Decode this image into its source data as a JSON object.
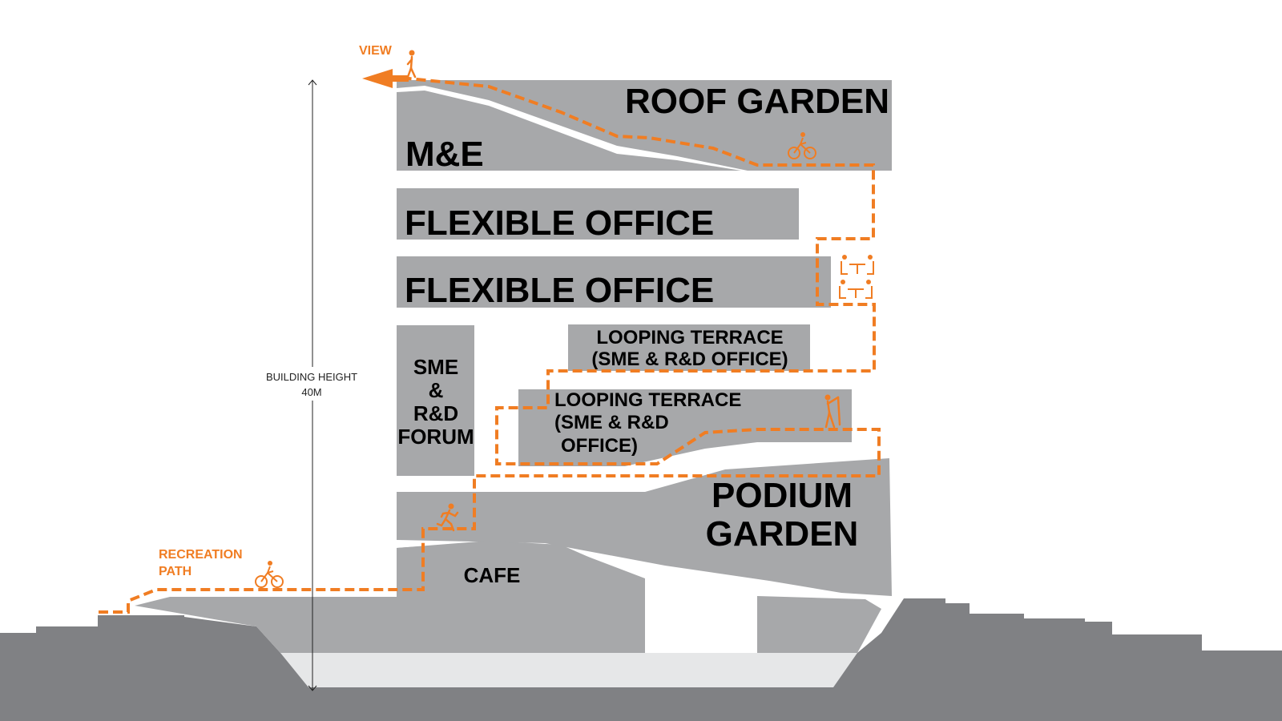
{
  "colors": {
    "block": "#a7a8aa",
    "ground_dark": "#808184",
    "ground_light": "#e6e7e8",
    "accent": "#f07d23"
  },
  "labels": {
    "view": "VIEW",
    "roof_garden": "ROOF GARDEN",
    "me": "M&E",
    "flexible_office_1": "FLEXIBLE OFFICE",
    "flexible_office_2": "FLEXIBLE OFFICE",
    "looping_terrace_1": [
      "LOOPING TERRACE",
      "(SME & R&D OFFICE)"
    ],
    "looping_terrace_2": [
      "LOOPING TERRACE",
      "(SME & R&D",
      "OFFICE)"
    ],
    "forum": [
      "SME",
      "&",
      "R&D",
      "FORUM"
    ],
    "podium_garden": [
      "PODIUM",
      "GARDEN"
    ],
    "cafe": "CAFE",
    "recreation_path": [
      "RECREATION",
      "PATH"
    ],
    "building_height": [
      "BUILDING HEIGHT",
      "40M"
    ]
  },
  "icons": [
    "walking-person-icon",
    "bicycle-icon",
    "dining-table-icon",
    "golf-player-icon",
    "running-person-icon"
  ]
}
